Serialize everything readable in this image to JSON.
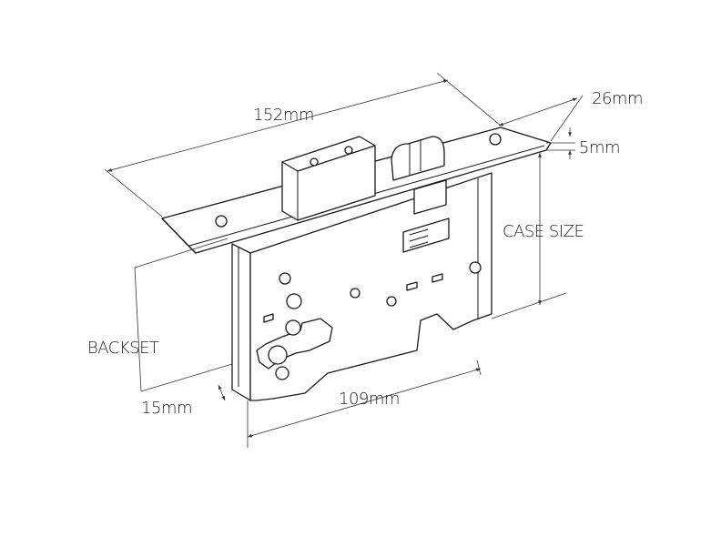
{
  "labels": {
    "length": "152mm",
    "faceplate_width": "26mm",
    "faceplate_thickness": "5mm",
    "case_size": "CASE SIZE",
    "backset": "BACKSET",
    "offset": "15mm",
    "case_width": "109mm"
  }
}
